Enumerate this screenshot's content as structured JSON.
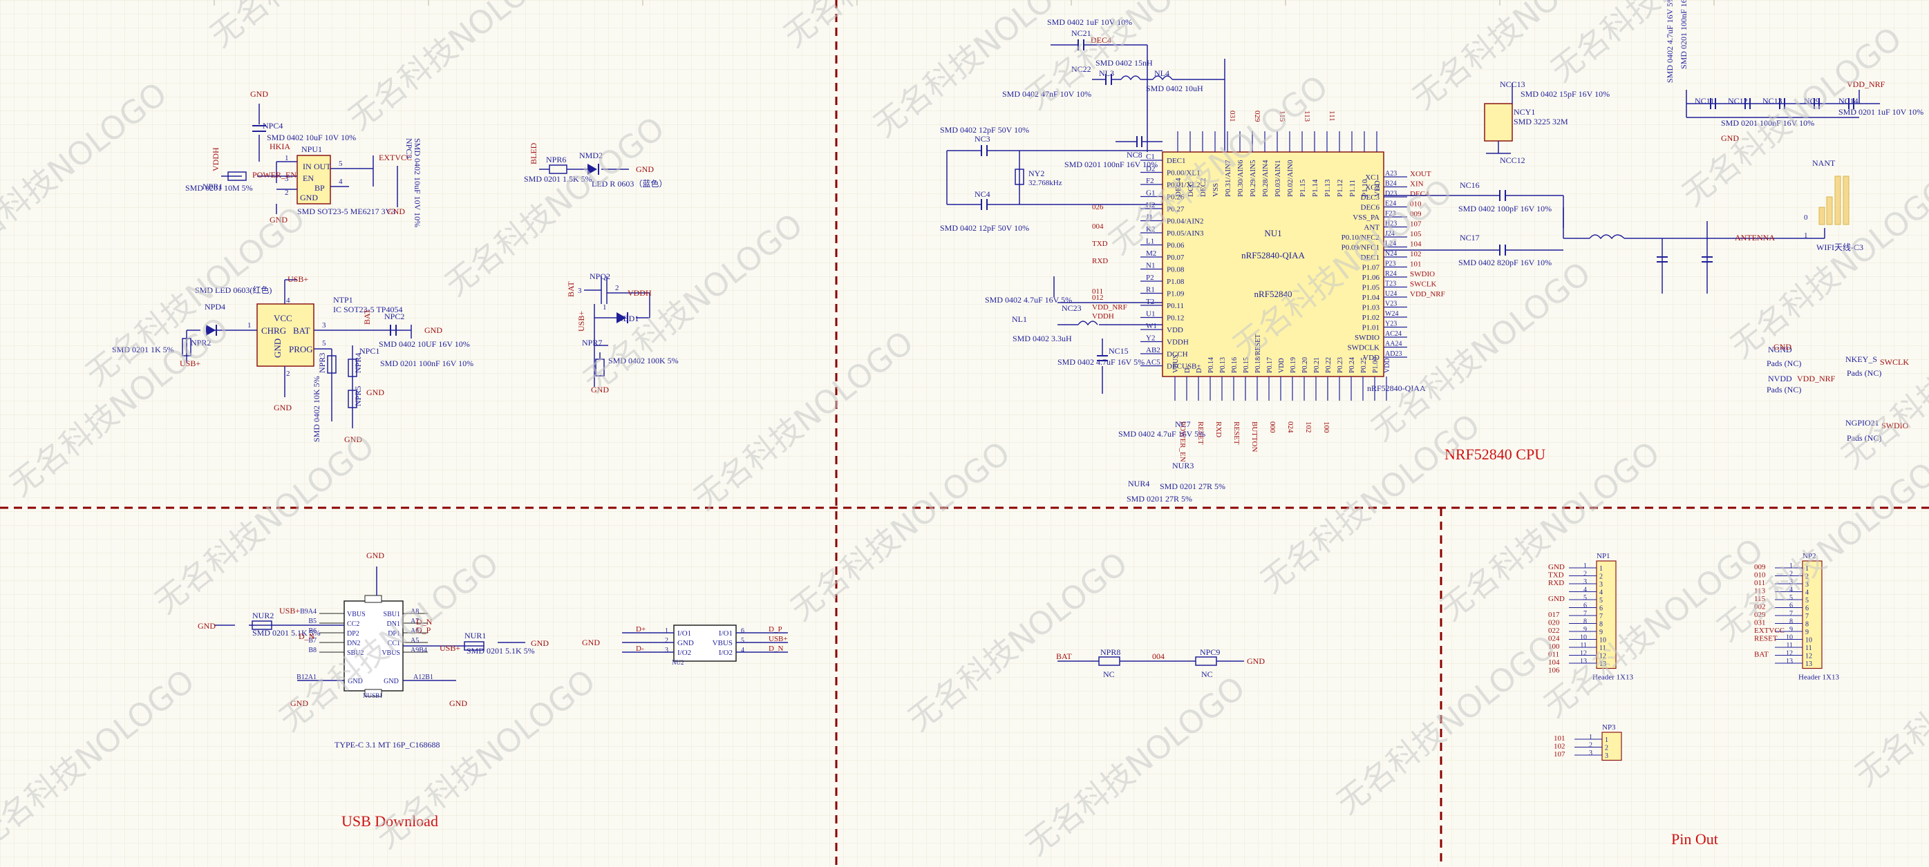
{
  "colors": {
    "background": "#fbfaf2",
    "grid": "#e9e6d6",
    "wire": "#1f1f9a",
    "net_red": "#a01010",
    "component_fill": "#fef3a8",
    "component_outline": "#8a1414",
    "border_dash": "#8b0000",
    "title_red": "#cc1111",
    "watermark": "#c8c8c8"
  },
  "watermark_text": "无名科技NOLOGO",
  "section_titles": {
    "cpu": "NRF52840 CPU",
    "usb": "USB Download",
    "pinout": "Pin Out"
  },
  "ldo": {
    "ref": "NPU1",
    "desc": "SMD SOT23-5 ME6217 3V3",
    "pins": [
      "IN",
      "EN",
      "GND",
      "OUT",
      "BP"
    ],
    "pin_nums": [
      "1",
      "3",
      "2",
      "5",
      "4"
    ],
    "cin_ref": "NPC4",
    "cin_desc": "SMD 0402 10uF 10V 10%",
    "cout_ref": "NPC3",
    "cout_desc": "SMD 0402 10uF 10V 10%",
    "r_ref": "NPR1",
    "r_desc": "SMD 0201 10M 5%",
    "net_in": "VDDH",
    "net_bp": "POWER_EN",
    "net_hkia": "HKIA",
    "net_out": "EXTVCC",
    "gnd": "GND"
  },
  "led_blue": {
    "ref": "NMD2",
    "r_ref": "NPR6",
    "r_desc": "SMD 0201 1.5K 5%",
    "led_desc": "LED R 0603（蓝色）",
    "net": "BLED",
    "gnd": "GND"
  },
  "charger": {
    "ref": "NTP1",
    "desc": "IC SOT23-5 TP4054",
    "pins": [
      "VCC",
      "CHRG",
      "BAT",
      "GND",
      "PROG"
    ],
    "pin_nums": [
      "4",
      "1",
      "3",
      "2",
      "5"
    ],
    "led_ref": "NPD4",
    "led_desc": "SMD LED 0603(红色)",
    "r_ref": "NPR2",
    "r_desc": "SMD 0201 1K 5%",
    "c_ref": "NPC2",
    "c_desc": "SMD 0402 10UF 16V 10%",
    "c1_ref": "NPC1",
    "c1_desc": "SMD 0201 100nF 16V 10%",
    "r3_ref": "NPR3",
    "r3_desc": "SMD 0402 10K 5%",
    "r4_ref": "NPR4",
    "r5_ref": "NPR5",
    "net_usb": "USB+",
    "net_bat": "BAT",
    "gnd": "GND"
  },
  "pmos": {
    "ref": "NPQ2",
    "d_ref": "NBD1",
    "r_ref": "NPR7",
    "r_desc": "SMD 0402 100K 5%",
    "net_vddh": "VDDH",
    "net_bat": "BAT",
    "net_usb": "USB+",
    "pins": [
      "3",
      "1",
      "2"
    ],
    "gnd": "GND"
  },
  "mcu": {
    "ref": "NU1",
    "part": "nRF52840-QIAA",
    "label": "nRF52840",
    "footer": "nRF52840-QIAA",
    "left_pins": [
      "DEC1",
      "P0.00/XL1",
      "P0.01/XL2",
      "P0.26",
      "P0.27",
      "P0.04/AIN2",
      "P0.05/AIN3",
      "P0.06",
      "P0.07",
      "P0.08",
      "P1.08",
      "P1.09",
      "P0.11",
      "P0.12",
      "VDD",
      "VDDH",
      "DCCH",
      "DECUSB"
    ],
    "left_nums": [
      "C1",
      "D2",
      "F2",
      "G1",
      "H2",
      "J1",
      "K2",
      "L1",
      "M2",
      "N1",
      "P2",
      "R1",
      "T2",
      "U1",
      "W1",
      "Y2",
      "AB2",
      "AC5"
    ],
    "right_pins": [
      "XC1",
      "XC2",
      "DEC3",
      "DEC6",
      "VSS_PA",
      "ANT",
      "P0.10/NFC2",
      "P0.09/NFC1",
      "DEC1",
      "P1.07",
      "P1.06",
      "P1.05",
      "P1.04",
      "P1.03",
      "P1.02",
      "P1.01",
      "SWDIO",
      "SWDCLK",
      "VDD"
    ],
    "right_nums": [
      "A23",
      "B24",
      "D23",
      "E24",
      "F23",
      "H23",
      "J24",
      "L24",
      "N24",
      "P23",
      "R24",
      "T23",
      "U24",
      "V23",
      "W24",
      "Y23",
      "AC24",
      "AA24",
      "AD23"
    ],
    "top_pins": [
      "DEC4",
      "DCC",
      "DEC2",
      "VSS",
      "P0.31/AIN7",
      "P0.30/AIN6",
      "P0.29/AIN5",
      "P0.28/AIN4",
      "P0.03/AIN1",
      "P0.02/AIN0",
      "P1.15",
      "P1.14",
      "P1.13",
      "P1.12",
      "P1.11",
      "P1.10",
      "VDD"
    ],
    "bottom_pins": [
      "VBUS",
      "D-",
      "D+",
      "P0.14",
      "P0.13",
      "P0.16",
      "P0.15",
      "P0.18/RESET",
      "P0.17",
      "VDD",
      "P0.19",
      "P0.20",
      "P0.21",
      "P0.22",
      "P0.23",
      "P0.24",
      "P0.25",
      "P1.00",
      "VDD"
    ],
    "top_nets": [
      "031",
      "029",
      "115",
      "113",
      "111"
    ],
    "right_nets": [
      "XOUT",
      "XIN",
      "DEC4",
      "010",
      "009",
      "107",
      "105",
      "104",
      "102",
      "101",
      "SWDIO",
      "SWCLK",
      "VDD_NRF"
    ],
    "left_nets": [
      "026",
      "004",
      "TXD",
      "RXD",
      "011",
      "012",
      "VDD_NRF",
      "VDDH"
    ],
    "bottom_nets": [
      "POWER_EN",
      "RESET",
      "RXD",
      "RESET",
      "BUTTON",
      "000",
      "024",
      "102",
      "100"
    ]
  },
  "mcu_passives": [
    {
      "ref": "NC21",
      "desc": "SMD 0402 1uF 10V 10%",
      "net": "DEC4"
    },
    {
      "ref": "NC22",
      "desc": "SMD 0402 47nF 10V 10%"
    },
    {
      "ref": "NL3",
      "desc": "SMD 0402 15nH"
    },
    {
      "ref": "NL4",
      "desc": "SMD 0402 10uH"
    },
    {
      "ref": "NC3",
      "desc": "SMD 0402 12pF 50V 10%"
    },
    {
      "ref": "NC4",
      "desc": "SMD 0402 12pF 50V 10%"
    },
    {
      "ref": "NY2",
      "desc": "32.768kHz"
    },
    {
      "ref": "NC8",
      "desc": "SMD 0201 100nF 16V 10%"
    },
    {
      "ref": "NC23",
      "desc": "SMD 0402 4.7uF 16V 5%"
    },
    {
      "ref": "NL1",
      "desc": "SMD 0402 3.3uH"
    },
    {
      "ref": "NC15",
      "desc": "SMD 0402 4.7uF 16V 5%"
    },
    {
      "ref": "NC7",
      "desc": "SMD 0402 4.7uF 16V 5%"
    },
    {
      "ref": "NUR3",
      "desc": "SMD 0201 27R 5%"
    },
    {
      "ref": "NUR4",
      "desc": "SMD 0201 27R 5%"
    },
    {
      "ref": "NC16",
      "desc": "SMD 0402 100pF 16V 10%"
    },
    {
      "ref": "NC17",
      "desc": "SMD 0402 820pF 16V 10%"
    },
    {
      "ref": "NCC13",
      "desc": "SMD 0402 15pF 16V 10%"
    },
    {
      "ref": "NCY1",
      "desc": "SMD 3225 32M"
    },
    {
      "ref": "NCC12",
      "desc": ""
    }
  ],
  "decoupling": {
    "refs": [
      "NC11",
      "NC12",
      "NC13",
      "NC9",
      "NC14"
    ],
    "c1_desc": "SMD 0201 100nF 16V 10%",
    "c2_desc": "SMD 0402 4.7uF 16V 5%",
    "desc_bottom": "SMD 0201 100nF 16V 10%",
    "desc_right": "SMD 0201 1uF 10V 10%",
    "net": "VDD_NRF",
    "gnd": "GND"
  },
  "antenna": {
    "net": "ANTENNA",
    "label": "NANT",
    "desc": "WIFI天线-C3",
    "pins": [
      "0",
      "1"
    ]
  },
  "test_pads": [
    {
      "ref": "NGND",
      "desc": "Pads (NC)",
      "net": "GND"
    },
    {
      "ref": "NVDD",
      "desc": "Pads (NC)",
      "net": "VDD_NRF"
    },
    {
      "ref": "NKEY_S",
      "desc": "Pads (NC)",
      "net": "SWCLK"
    },
    {
      "ref": "NGPIO21",
      "desc": "Pads (NC)",
      "net": "SWDIO"
    }
  ],
  "usbc": {
    "ref": "NUSB1",
    "desc": "TYPE-C 3.1 MT 16P_C168688",
    "left_pins": [
      "VBUS",
      "CC2",
      "DP2",
      "DN2",
      "SBU2"
    ],
    "left_nums": [
      "B9A4",
      "B5",
      "B6",
      "B7",
      "B8"
    ],
    "right_pins": [
      "SBU1",
      "DN1",
      "DP1",
      "CC1",
      "VBUS"
    ],
    "right_nums": [
      "A8",
      "A7",
      "A6",
      "A5",
      "A9B4"
    ],
    "bottom_pins": [
      "GND",
      "GND"
    ],
    "bottom_nums": [
      "B12A1",
      "A12B1"
    ],
    "r1_ref": "NUR1",
    "r1_desc": "SMD 0201 5.1K 5%",
    "r2_ref": "NUR2",
    "r2_desc": "SMD 0201 5.1K 5%",
    "nets": [
      "USB+",
      "D-",
      "D+",
      "D_N",
      "D_P"
    ],
    "gnd": "GND"
  },
  "esd": {
    "ref": "NU2",
    "left_pins": [
      "I/O1",
      "GND",
      "I/O2"
    ],
    "left_nums": [
      "1",
      "2",
      "3"
    ],
    "right_pins": [
      "I/O1",
      "VBUS",
      "I/O2"
    ],
    "right_nums": [
      "6",
      "5",
      "4"
    ],
    "left_nets": [
      "D+",
      "",
      "D-"
    ],
    "right_nets": [
      "D_P",
      "USB+",
      "D_N"
    ],
    "gnd": "GND"
  },
  "nc_parts": {
    "r1_ref": "NPR8",
    "r2_ref": "NPC9",
    "nc": "NC",
    "net_bat": "BAT",
    "net_mid": "004",
    "gnd": "GND"
  },
  "headers": [
    {
      "ref": "NP1",
      "desc": "Header 1X13",
      "nets": [
        "GND",
        "TXD",
        "RXD",
        "",
        "GND",
        "",
        "017",
        "020",
        "022",
        "024",
        "100",
        "011",
        "104",
        "106"
      ],
      "nums": [
        "1",
        "2",
        "3",
        "4",
        "5",
        "6",
        "7",
        "8",
        "9",
        "10",
        "11",
        "12",
        "13"
      ]
    },
    {
      "ref": "NP2",
      "desc": "Header 1X13",
      "nets": [
        "009",
        "010",
        "011",
        "113",
        "115",
        "002",
        "029",
        "031",
        "EXTVCC",
        "RESET",
        "",
        "BAT",
        ""
      ],
      "nums": [
        "1",
        "2",
        "3",
        "4",
        "5",
        "6",
        "7",
        "8",
        "9",
        "10",
        "11",
        "12",
        "13"
      ]
    },
    {
      "ref": "NP3",
      "desc": "",
      "nets": [
        "101",
        "102",
        "107"
      ],
      "nums": [
        "1",
        "2",
        "3"
      ]
    }
  ]
}
